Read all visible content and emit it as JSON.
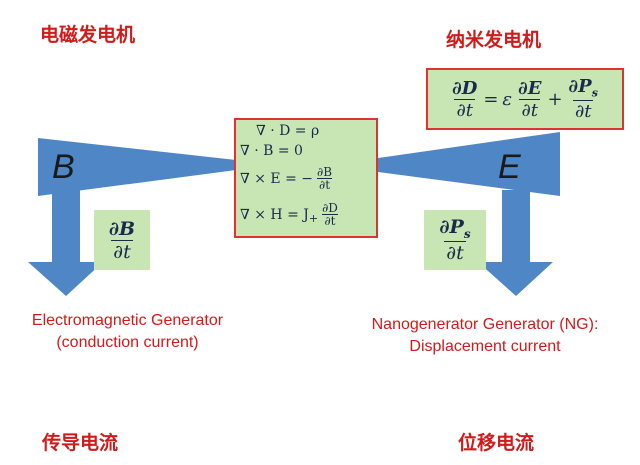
{
  "titles": {
    "left_top": "电磁发电机",
    "right_top": "纳米发电机",
    "left_bottom": "传导电流",
    "right_bottom": "位移电流"
  },
  "labels": {
    "left_letter": "B",
    "right_letter": "E",
    "left_caption_1": "Electromagnetic Generator",
    "left_caption_2": "(conduction current)",
    "right_caption_1": "Nanogenerator Generator (NG):",
    "right_caption_2": "Displacement current"
  },
  "maxwell": {
    "eq1": "∇ · D = ρ",
    "eq2": "∇ · B = 0",
    "eq3_left": "∇ × E = −",
    "eq3_num": "∂B",
    "eq3_den": "∂t",
    "eq4_left": "∇ × H = J",
    "eq4_plus": "+",
    "eq4_num": "∂D",
    "eq4_den": "∂t"
  },
  "formulas": {
    "dB_num": "∂B",
    "dB_den": "∂t",
    "dPs_num": "∂P",
    "dPs_sub": "s",
    "dPs_den": "∂t",
    "top": {
      "lhs_num": "∂D",
      "lhs_den": "∂t",
      "eq": "=",
      "eps": "ε",
      "mid_num": "∂E",
      "mid_den": "∂t",
      "plus": "+",
      "rhs_num": "∂P",
      "rhs_sub": "s",
      "rhs_den": "∂t"
    }
  },
  "colors": {
    "blue": "#4f86c6",
    "green": "#c8e6b4",
    "red": "#d11a1a"
  }
}
